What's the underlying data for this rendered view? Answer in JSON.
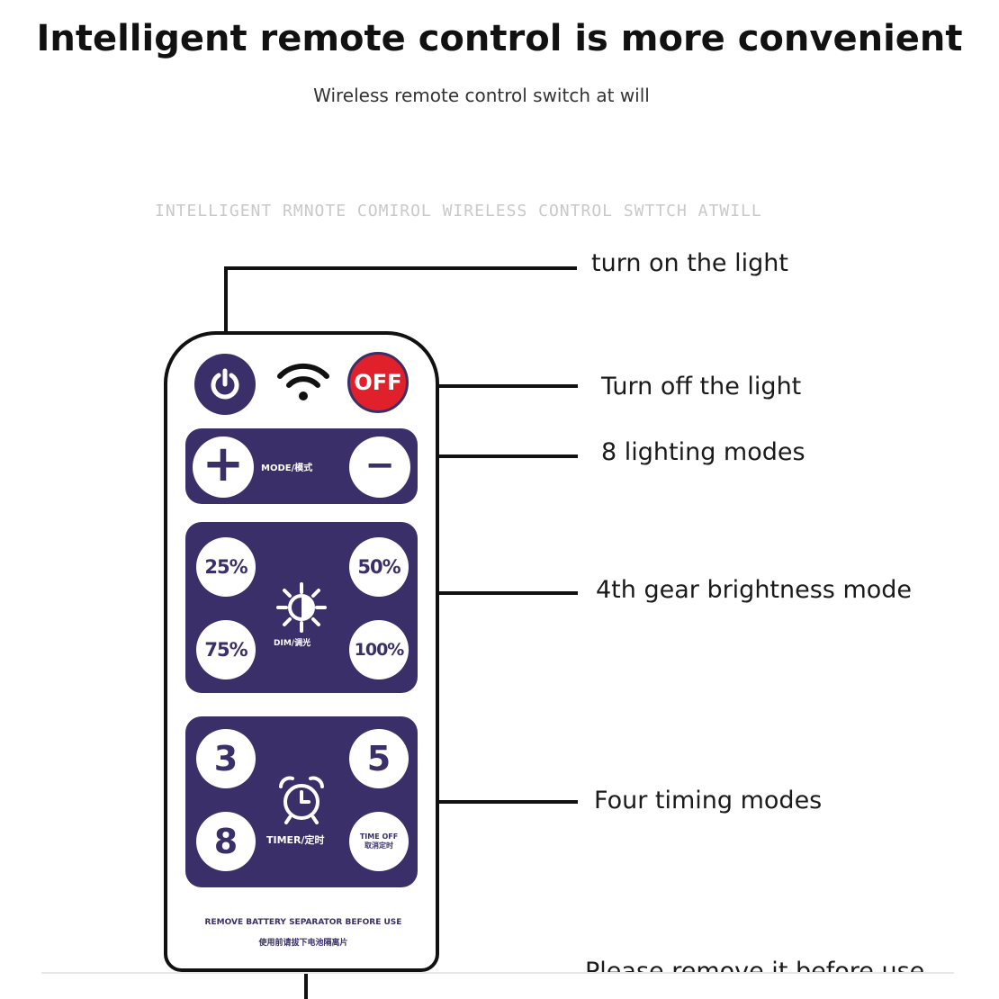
{
  "header": {
    "title": "Intelligent remote control is more convenient",
    "subtitle": "Wireless remote control switch at will",
    "ghost_text": "INTELLIGENT RMNOTE COMIROL WIRELESS CONTROL SWTTCH ATWILL"
  },
  "callouts": {
    "turn_on": "turn on the light",
    "turn_off": "Turn off the light",
    "modes": "8 lighting modes",
    "brightness": "4th gear brightness mode",
    "timing": "Four timing modes",
    "remove": "Please remove it before use"
  },
  "remote": {
    "off_label": "OFF",
    "mode_label": "MODE/模式",
    "plus": "+",
    "minus": "−",
    "brightness_buttons": [
      "25%",
      "50%",
      "75%",
      "100%"
    ],
    "dim_label": "DIM/调光",
    "timer_buttons": [
      "3",
      "5",
      "8"
    ],
    "timer_off_line1": "TIME OFF",
    "timer_off_line2": "取消定时",
    "timer_label": "TIMER/定时",
    "footer_line1": "REMOVE BATTERY SEPARATOR BEFORE USE",
    "footer_line2": "使用前请拔下电池隔离片"
  },
  "colors": {
    "panel": "#3a2f69",
    "off_button": "#e0202b",
    "power_button": "#3a2f69"
  },
  "icons": [
    "power-icon",
    "wifi-icon",
    "sun-icon",
    "alarm-clock-icon"
  ]
}
